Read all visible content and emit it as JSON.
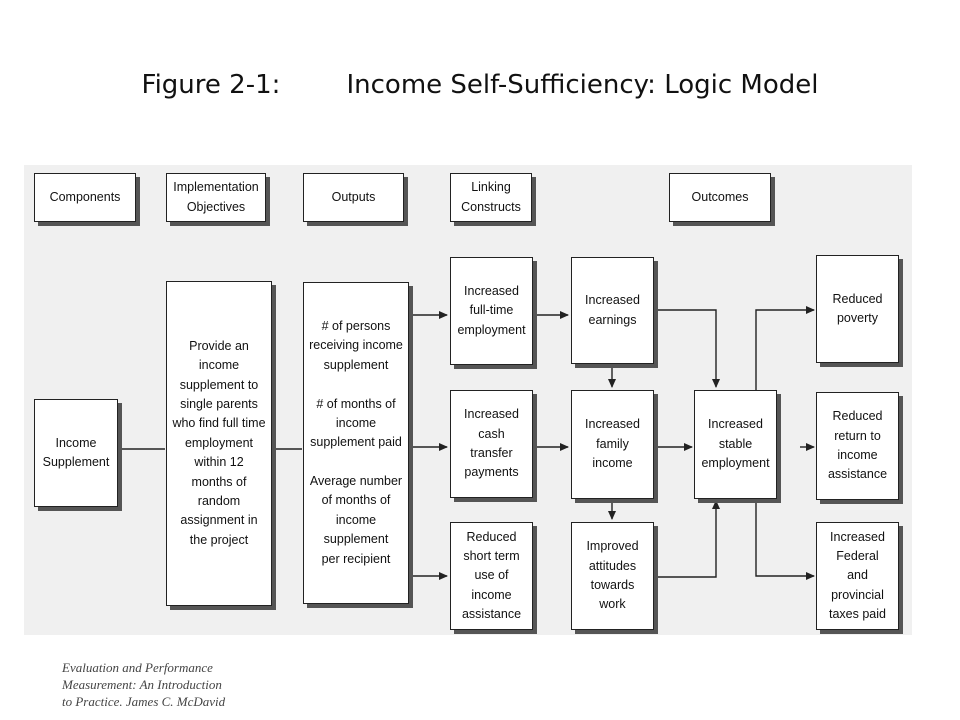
{
  "title": "Figure 2-1:        Income Self-Sufficiency: Logic Model",
  "headers": {
    "components": "Components",
    "implementation_objectives": "Implementation\nObjectives",
    "outputs": "Outputs",
    "linking_constructs": "Linking\nConstructs",
    "outcomes": "Outcomes"
  },
  "boxes": {
    "income_supplement": "Income\nSupplement",
    "objective": "Provide an\nincome\nsupplement to\nsingle parents\nwho find full time\nemployment\nwithin 12\nmonths of\nrandom\nassignment in\nthe project",
    "outputs": "# of persons\nreceiving income\nsupplement\n\n# of months of\nincome\nsupplement paid\n\nAverage number\nof months of\nincome\nsupplement\nper recipient",
    "increased_fulltime_employment": "Increased\nfull-time\nemployment",
    "increased_cash_transfer": "Increased\ncash\ntransfer\npayments",
    "reduced_short_term_assistance": "Reduced\nshort term\nuse of\nincome\nassistance",
    "increased_earnings": "Increased\nearnings",
    "increased_family_income": "Increased\nfamily\nincome",
    "improved_attitudes": "Improved\nattitudes\ntowards\nwork",
    "increased_stable_employment": "Increased\nstable\nemployment",
    "reduced_poverty": "Reduced\npoverty",
    "reduced_return_assistance": "Reduced\nreturn to\nincome\nassistance",
    "increased_taxes": "Increased\nFederal\nand provincial\ntaxes paid"
  },
  "citation": "Evaluation and Performance\nMeasurement: An Introduction\nto Practice. James C. McDavid"
}
